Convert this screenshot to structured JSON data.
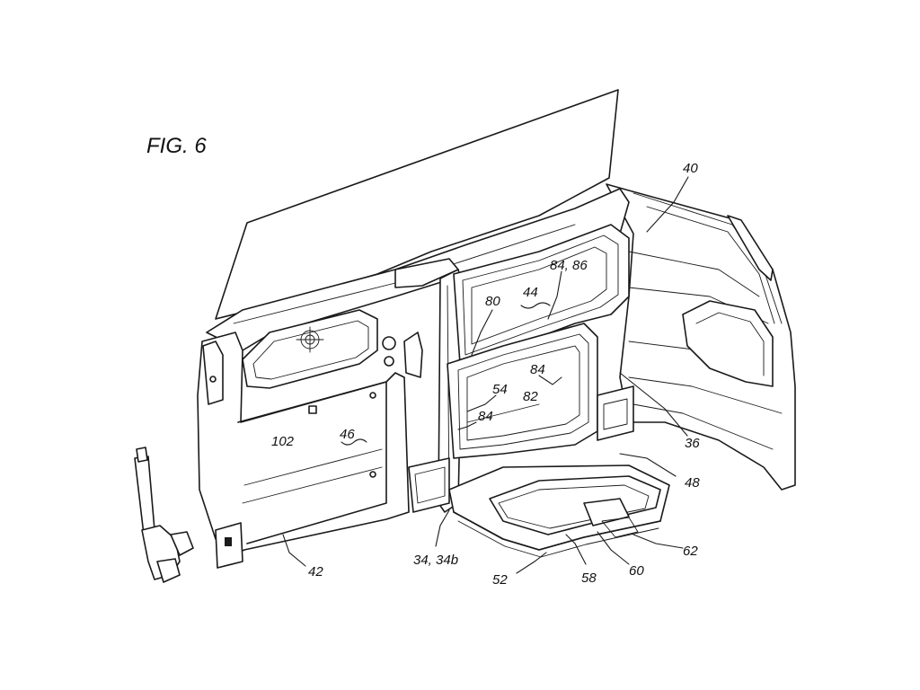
{
  "figure": {
    "title": "FIG. 6"
  },
  "labels": {
    "l40": "40",
    "l84_86": "84, 86",
    "l80": "80",
    "l44": "44",
    "l84a": "84",
    "l54": "54",
    "l82": "82",
    "l84b": "84",
    "l102": "102",
    "l46": "46",
    "l36": "36",
    "l48": "48",
    "l42": "42",
    "l34": "34, 34b",
    "l52": "52",
    "l58": "58",
    "l60": "60",
    "l62": "62"
  }
}
